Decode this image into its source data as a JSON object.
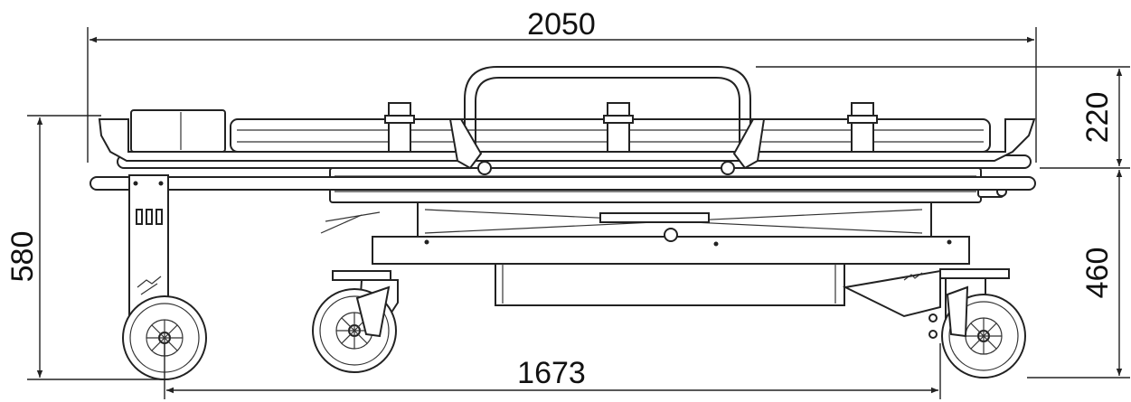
{
  "dimensions": {
    "overall_length": "2050",
    "handle_height": "220",
    "total_height": "580",
    "frame_height": "460",
    "wheelbase": "1673"
  },
  "colors": {
    "line": "#222222",
    "background": "#ffffff"
  }
}
